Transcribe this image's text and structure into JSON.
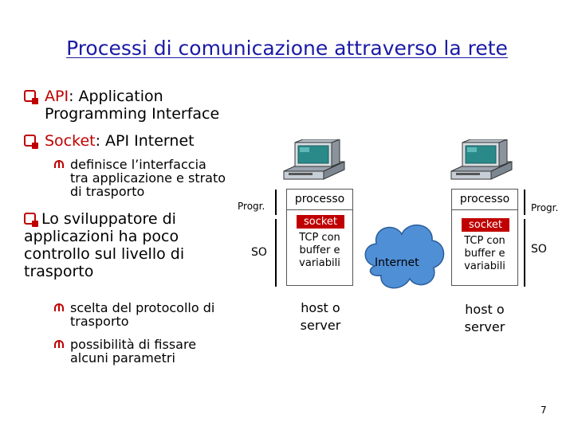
{
  "slide": {
    "title": "Processi di comunicazione attraverso la rete",
    "page_number": "7"
  },
  "bullets": {
    "api_keyword": "API",
    "api_rest_line1": ": Application",
    "api_line2": "Programming Interface",
    "socket_keyword": "Socket",
    "socket_rest": ": API Internet",
    "sub1_lines": [
      "definisce l’interfaccia",
      "tra applicazione e strato",
      "di trasporto"
    ],
    "dev_lines": [
      "Lo sviluppatore di",
      "applicazioni ha poco",
      "controllo sul livello di",
      "trasporto"
    ],
    "sub2_lines": [
      "scelta del protocollo di",
      "trasporto"
    ],
    "sub3_lines": [
      "possibilità di fissare",
      "alcuni parametri"
    ]
  },
  "diagram": {
    "left": {
      "progr_label": "Progr.",
      "so_label": "SO",
      "process_label": "processo",
      "socket_label": "socket",
      "tcp_lines": [
        "TCP con",
        "buffer e",
        "variabili"
      ],
      "host_lines": [
        "host o",
        "server"
      ]
    },
    "right": {
      "progr_label": "Progr.",
      "so_label": "SO",
      "process_label": "processo",
      "socket_label": "socket",
      "tcp_lines": [
        "TCP con",
        "buffer e",
        "variabili"
      ],
      "host_lines": [
        "host o",
        "server"
      ]
    },
    "internet_label": "Internet"
  },
  "colors": {
    "title": "#1a1aa6",
    "accent_red": "#c00000",
    "cloud": "#4f8fd6",
    "computer_teal": "#2a8a8a"
  },
  "icons": [
    "computer-icon",
    "internet-cloud-icon"
  ]
}
